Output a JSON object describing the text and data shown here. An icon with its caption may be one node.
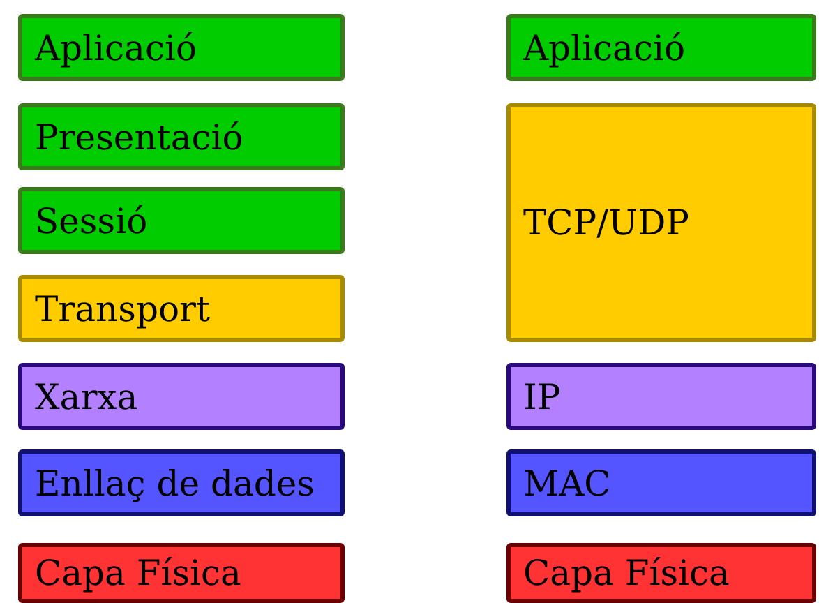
{
  "diagram": {
    "nodes": [
      {
        "text": [
          "Aplicació"
        ]
      },
      {
        "text": [
          "Presentació"
        ]
      },
      {
        "text": [
          "Sessió"
        ]
      },
      {
        "text": [
          "Transport"
        ]
      },
      {
        "text": [
          "Xarxa"
        ]
      },
      {
        "text": [
          "Enllaç de dades"
        ]
      },
      {
        "text": [
          "Capa Física"
        ]
      },
      {
        "text": [
          "Aplicació"
        ]
      },
      {
        "text": [
          "TCP/UDP"
        ]
      },
      {
        "text": [
          "IP"
        ]
      },
      {
        "text": [
          "MAC"
        ]
      },
      {
        "text": [
          "Capa Física"
        ]
      }
    ]
  }
}
